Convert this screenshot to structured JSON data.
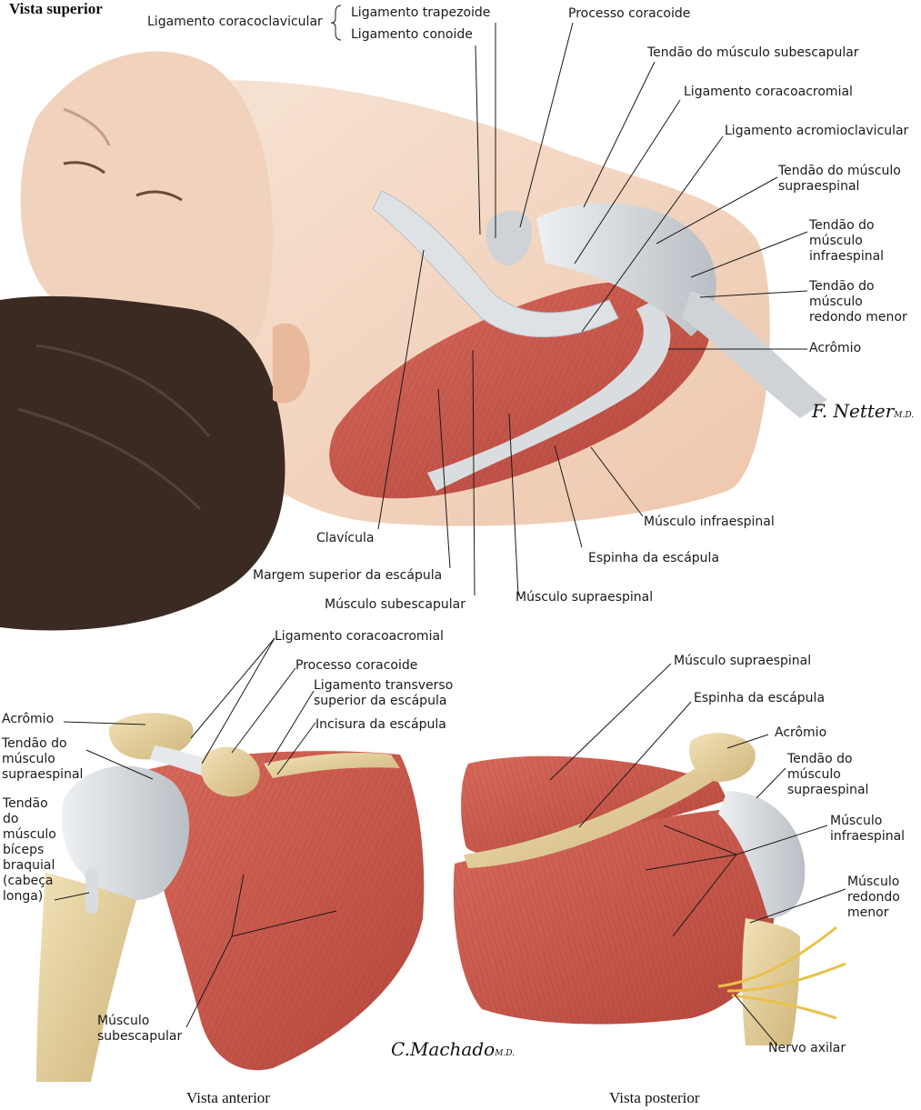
{
  "views": {
    "superior": "Vista superior",
    "anterior": "Vista anterior",
    "posterior": "Vista posterior"
  },
  "signatures": {
    "netter": "F. Netter",
    "netter_md": "M.D.",
    "machado": "C.Machado",
    "machado_md": "M.D."
  },
  "superior_labels": {
    "coracoclavicular": "Ligamento coracoclavicular",
    "trapezoide": "Ligamento trapezoide",
    "conoide": "Ligamento conoide",
    "processo_coracoide": "Processo coracoide",
    "tendao_subescapular": "Tendão do músculo subescapular",
    "coracoacromial": "Ligamento coracoacromial",
    "acromioclavicular": "Ligamento acromioclavicular",
    "tendao_supraespinal": [
      "Tendão do músculo",
      "supraespinal"
    ],
    "tendao_infraespinal": [
      "Tendão do",
      "músculo",
      "infraespinal"
    ],
    "tendao_redondo": [
      "Tendão do",
      "músculo",
      "redondo menor"
    ],
    "acromio": "Acrômio",
    "clavicula": "Clavícula",
    "margem_superior": "Margem superior da escápula",
    "musculo_subescapular": "Músculo subescapular",
    "musculo_supraespinal": "Músculo supraespinal",
    "espinha": "Espinha da escápula",
    "musculo_infraespinal": "Músculo infraespinal"
  },
  "anterior_labels": {
    "coracoacromial": "Ligamento coracoacromial",
    "processo_coracoide": "Processo coracoide",
    "transverso": [
      "Ligamento transverso",
      "superior da escápula"
    ],
    "incisura": "Incisura da escápula",
    "acromio": "Acrômio",
    "tendao_supraespinal": [
      "Tendão do",
      "músculo",
      "supraespinal"
    ],
    "tendao_biceps": [
      "Tendão",
      "do",
      "músculo",
      "bíceps",
      "braquial",
      "(cabeça",
      "longa)"
    ],
    "musculo_subescapular": [
      "Músculo",
      "subescapular"
    ]
  },
  "posterior_labels": {
    "musculo_supraespinal": "Músculo supraespinal",
    "espinha": "Espinha da escápula",
    "acromio": "Acrômio",
    "tendao_supraespinal": [
      "Tendão do",
      "músculo",
      "supraespinal"
    ],
    "musculo_infraespinal": [
      "Músculo",
      "infraespinal"
    ],
    "musculo_redondo": [
      "Músculo",
      "redondo",
      "menor"
    ],
    "nervo_axilar": "Nervo axilar"
  },
  "colors": {
    "skin": "#f4dccb",
    "skin_shadow": "#e8c2a8",
    "hair": "#3a2a22",
    "muscle": "#c8574b",
    "muscle_dark": "#a43d35",
    "tendon": "#d9dde0",
    "bone": "#e9d6a6",
    "nerve": "#e8c24a",
    "leader": "#1a1a1a"
  }
}
